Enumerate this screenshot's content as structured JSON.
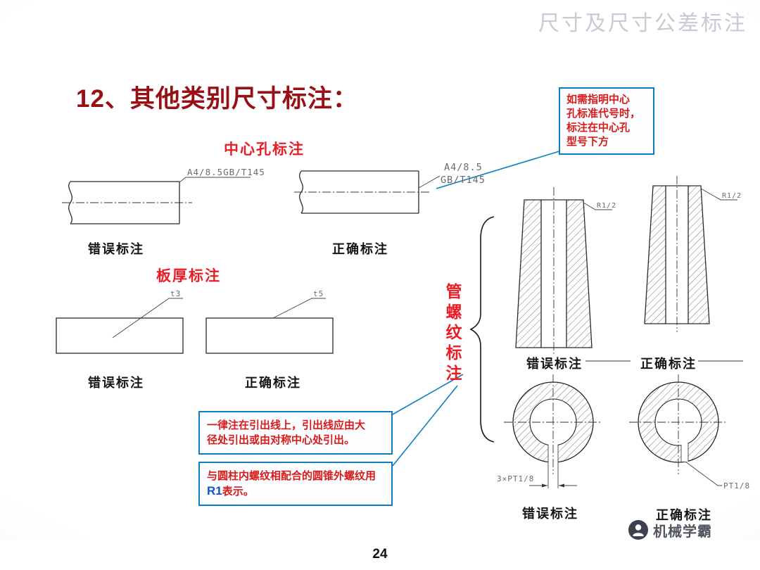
{
  "watermark": "尺寸及尺寸公差标注",
  "title": "12、其他类别尺寸标注：",
  "sections": {
    "center_hole": {
      "label": "中心孔标注",
      "wrong_annotation": "A4/8.5GB/T145",
      "correct_annotation_line1": "A4/8.5",
      "correct_annotation_line2": "GB/T145",
      "wrong_caption": "错误标注",
      "correct_caption": "正确标注"
    },
    "plate": {
      "label": "板厚标注",
      "wrong_annotation": "t3",
      "correct_annotation": "t5",
      "wrong_caption": "错误标注",
      "correct_caption": "正确标注"
    },
    "pipe_thread": {
      "label_vertical": "管\n螺\n纹\n标\n注",
      "plug_wrong_annotation": "R1/2",
      "plug_correct_annotation": "R1/2",
      "plug_wrong_caption": "错误标注",
      "plug_correct_caption": "正确标注",
      "section_wrong_dimension": "3×PT1/8",
      "section_correct_dimension": "PT1/8",
      "section_wrong_caption": "错误标注",
      "section_correct_caption": "正确标注"
    }
  },
  "callouts": {
    "center_hole_note": "如需指明中心\n孔标准代号时，\n标注在中心孔\n型号下方",
    "leader_note": "一律注在引出线上，引出线应由大\n径处引出或由对称中心处引出。",
    "taper_note_prefix": "与圆柱内螺纹相配合的圆锥外螺纹用",
    "taper_note_highlight": "R1",
    "taper_note_suffix": "表示。"
  },
  "footer": {
    "page_number": "24",
    "brand": "机械学霸"
  },
  "colors": {
    "title_red": "#971016",
    "accent_red": "#ea1d25",
    "callout_blue": "#0e7ec0"
  }
}
